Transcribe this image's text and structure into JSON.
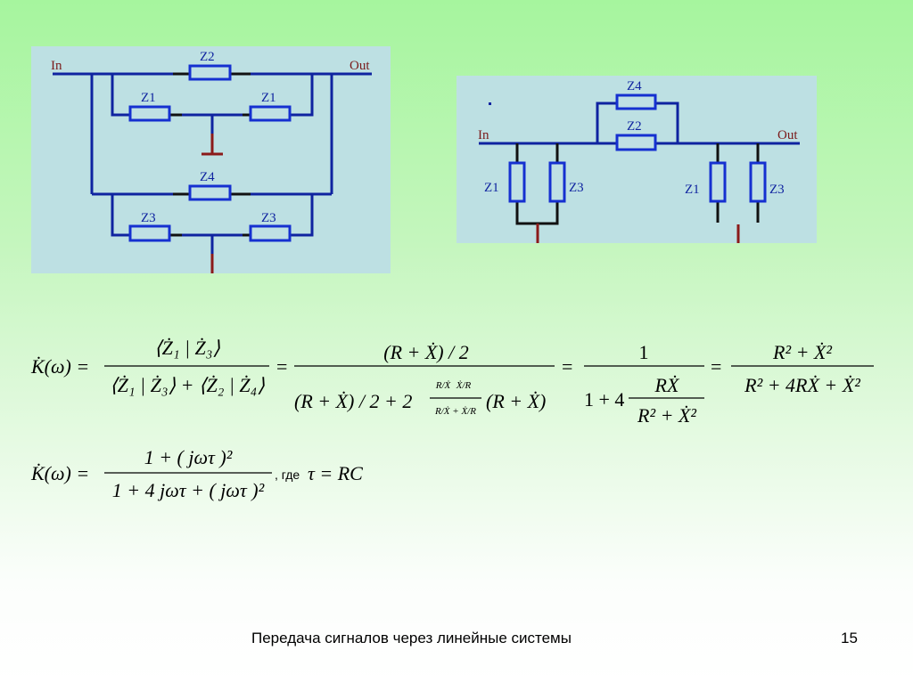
{
  "circuit_left": {
    "in_label": "In",
    "out_label": "Out",
    "z2": "Z2",
    "z1a": "Z1",
    "z1b": "Z1",
    "z4": "Z4",
    "z3a": "Z3",
    "z3b": "Z3"
  },
  "circuit_right": {
    "in_label": "In",
    "out_label": "Out",
    "z4": "Z4",
    "z2": "Z2",
    "z1a": "Z1",
    "z3a": "Z3",
    "z1b": "Z1",
    "z3b": "Z3"
  },
  "formula1": {
    "lhs": "K̇(ω) =",
    "f1_num": "⟨Ż₁ | Ż₃⟩",
    "f1_den": "⟨Ż₁ | Ż₃⟩ + ⟨Ż₂ | Ż₄⟩",
    "eq": "=",
    "f2_num": "(R + Ẋ) / 2",
    "f2_den_a": "(R + Ẋ) / 2 + 2",
    "f2_small_num_a": "R/Ẋ",
    "f2_small_num_b": "Ẋ/R",
    "f2_small_den": "R/Ẋ + Ẋ/R",
    "f2_den_b": "(R + Ẋ)",
    "f3_num": "1",
    "f3_den_a": "1 + 4",
    "f3_inner_num": "RẊ",
    "f3_inner_den": "R² + Ẋ²",
    "f4_num": "R² + Ẋ²",
    "f4_den": "R² + 4RẊ + Ẋ²"
  },
  "formula2": {
    "lhs": "K̇(ω) =",
    "num": "1 + ( jωτ )²",
    "den": "1 + 4 jωτ + ( jωτ )²",
    "where": ", где",
    "tau": "τ = RC"
  },
  "footer": {
    "title": "Передача сигналов через линейные системы",
    "page": "15"
  }
}
